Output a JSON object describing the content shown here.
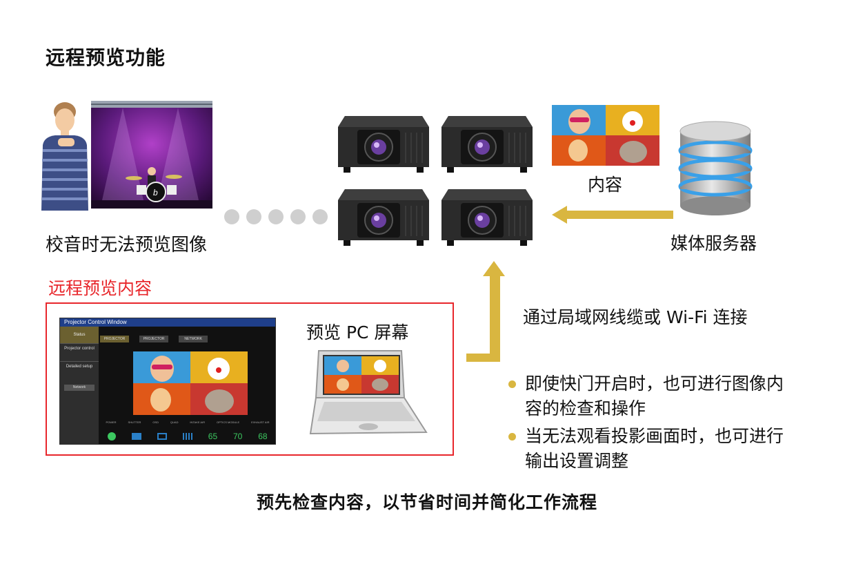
{
  "title": "远程预览功能",
  "stage_caption": "校音时无法预览图像",
  "remote_preview_label": "远程预览内容",
  "content_label": "内容",
  "server_label": "媒体服务器",
  "connection_text": "通过局域网线缆或 Wi-Fi 连接",
  "pc_preview_label": "预览 PC 屏幕",
  "bullets": [
    "即使快门开启时，也可进行图像内容的检查和操作",
    "当无法观看投影画面时，也可进行输出设置调整"
  ],
  "bottom_text": "预先检查内容，以节省时间并简化工作流程",
  "window": {
    "title": "Projector Control Window",
    "menu": [
      "Status",
      "Projector control",
      "Detailed setup",
      "Network"
    ],
    "tabs": [
      "PROJECTOR",
      "PROJECTOR",
      "NETWORK"
    ],
    "status_labels": [
      "POWER",
      "SHUTTER",
      "OSD",
      "QUAD",
      "INTAKE AIR",
      "OPTICS MODULE",
      "EXHAUST AIR"
    ],
    "temps": [
      "65",
      "70",
      "68"
    ]
  },
  "colors": {
    "accent_red": "#e8262b",
    "arrow_gold": "#d9b640",
    "dots_gray": "#cfcfcf"
  }
}
